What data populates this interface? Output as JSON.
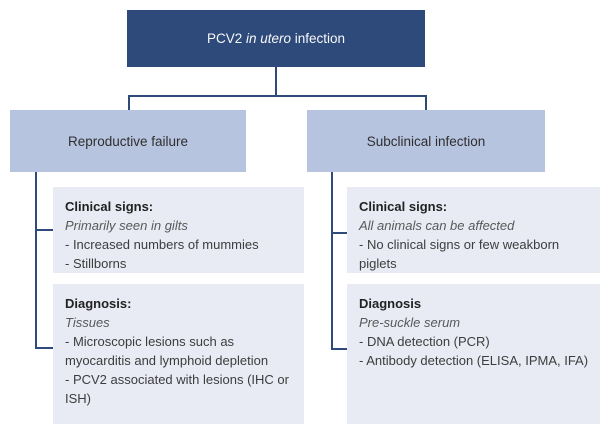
{
  "diagram": {
    "root": {
      "title_prefix": "PCV2 ",
      "title_italic": "in utero",
      "title_suffix": " infection"
    },
    "branches": [
      {
        "label": "Reproductive failure",
        "clinical": {
          "title": "Clinical signs:",
          "subtitle": "Primarily seen in gilts",
          "items": [
            "- Increased numbers of mummies",
            "- Stillborns"
          ]
        },
        "diagnosis": {
          "title": "Diagnosis:",
          "subtitle": "Tissues",
          "items": [
            "- Microscopic lesions such as myocarditis and lymphoid depletion",
            "- PCV2 associated with lesions (IHC or ISH)"
          ]
        }
      },
      {
        "label": "Subclinical infection",
        "clinical": {
          "title": "Clinical signs:",
          "subtitle": "All animals can be affected",
          "items": [
            "- No clinical signs or few weakborn piglets"
          ]
        },
        "diagnosis": {
          "title": "Diagnosis",
          "subtitle": "Pre-suckle serum",
          "items": [
            "- DNA detection (PCR)",
            "- Antibody detection (ELISA, IPMA, IFA)"
          ]
        }
      }
    ],
    "colors": {
      "root_bg": "#2d4a7a",
      "root_text": "#f7f8fa",
      "branch_bg": "#b6c4df",
      "detail_bg": "#e8ebf4",
      "connector": "#2d4a7a"
    }
  }
}
